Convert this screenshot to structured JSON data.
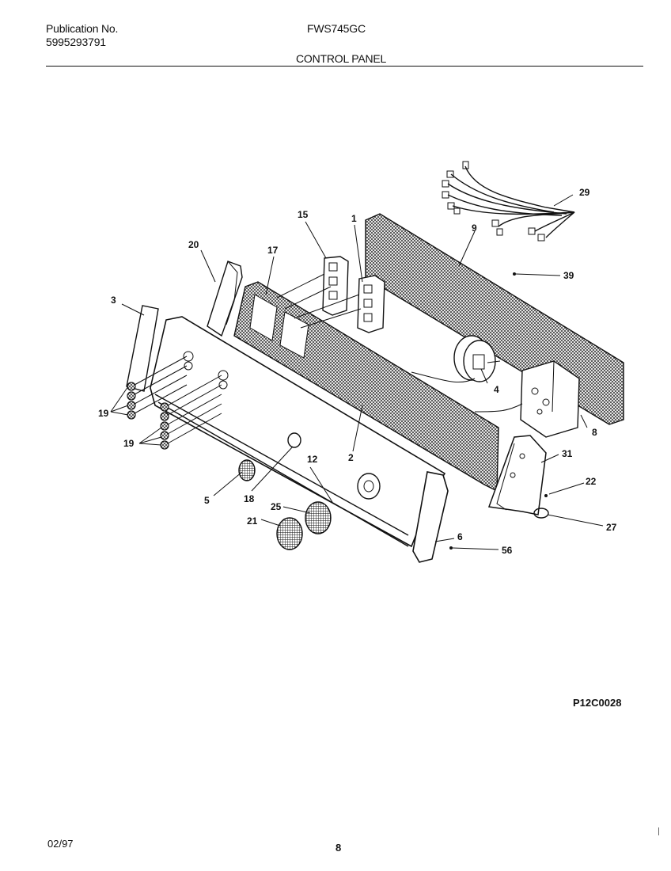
{
  "header": {
    "publication_label": "Publication No.",
    "publication_number": "5995293791",
    "model": "FWS745GC",
    "section_title": "CONTROL PANEL"
  },
  "diagram": {
    "figure_code": "P12C0028",
    "part_numbers": [
      "1",
      "2",
      "3",
      "4",
      "5",
      "6",
      "8",
      "9",
      "12",
      "15",
      "17",
      "18",
      "19",
      "20",
      "21",
      "22",
      "25",
      "27",
      "29",
      "31",
      "39",
      "56"
    ]
  },
  "footer": {
    "date": "02/97",
    "page_number": "8"
  }
}
